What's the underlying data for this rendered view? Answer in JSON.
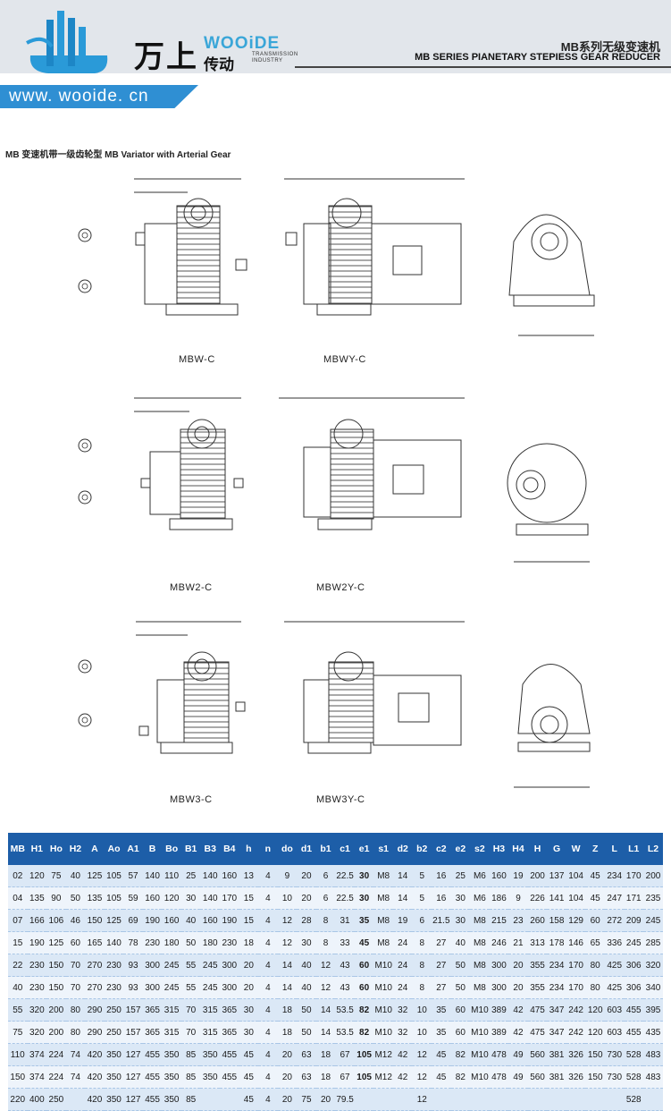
{
  "header": {
    "brand_cn": "万上",
    "brand_en": "WOOiDE",
    "brand_cn2": "传动",
    "brand_sub": "TRANSMISSION INDUSTRY",
    "title_cn": "MB系列无级变速机",
    "title_en": "MB SERIES PIANETARY STEPIESS GEAR REDUCER",
    "url": "www. wooide. cn"
  },
  "section_title": "MB 变速机带一级齿轮型   MB Variator with Arterial Gear",
  "captions": {
    "mbw_c": "MBW-C",
    "mbwy_c": "MBWY-C",
    "mbw2_c": "MBW2-C",
    "mbw2y_c": "MBW2Y-C",
    "mbw3_c": "MBW3-C",
    "mbw3y_c": "MBW3Y-C"
  },
  "table": {
    "headers": [
      "MB",
      "H1",
      "Ho",
      "H2",
      "A",
      "Ao",
      "A1",
      "B",
      "Bo",
      "B1",
      "B3",
      "B4",
      "h",
      "n",
      "do",
      "d1",
      "b1",
      "c1",
      "e1",
      "s1",
      "d2",
      "b2",
      "c2",
      "e2",
      "s2",
      "H3",
      "H4",
      "H",
      "G",
      "W",
      "Z",
      "L",
      "L1",
      "L2"
    ],
    "rows": [
      [
        "02",
        "120",
        "75",
        "40",
        "125",
        "105",
        "57",
        "140",
        "110",
        "25",
        "140",
        "160",
        "13",
        "4",
        "9",
        "20",
        "6",
        "22.5",
        "30",
        "M8",
        "14",
        "5",
        "16",
        "25",
        "M6",
        "160",
        "19",
        "200",
        "137",
        "104",
        "45",
        "234",
        "170",
        "200"
      ],
      [
        "04",
        "135",
        "90",
        "50",
        "135",
        "105",
        "59",
        "160",
        "120",
        "30",
        "140",
        "170",
        "15",
        "4",
        "10",
        "20",
        "6",
        "22.5",
        "30",
        "M8",
        "14",
        "5",
        "16",
        "30",
        "M6",
        "186",
        "9",
        "226",
        "141",
        "104",
        "45",
        "247",
        "171",
        "235"
      ],
      [
        "07",
        "166",
        "106",
        "46",
        "150",
        "125",
        "69",
        "190",
        "160",
        "40",
        "160",
        "190",
        "15",
        "4",
        "12",
        "28",
        "8",
        "31",
        "35",
        "M8",
        "19",
        "6",
        "21.5",
        "30",
        "M8",
        "215",
        "23",
        "260",
        "158",
        "129",
        "60",
        "272",
        "209",
        "245"
      ],
      [
        "15",
        "190",
        "125",
        "60",
        "165",
        "140",
        "78",
        "230",
        "180",
        "50",
        "180",
        "230",
        "18",
        "4",
        "12",
        "30",
        "8",
        "33",
        "45",
        "M8",
        "24",
        "8",
        "27",
        "40",
        "M8",
        "246",
        "21",
        "313",
        "178",
        "146",
        "65",
        "336",
        "245",
        "285"
      ],
      [
        "22",
        "230",
        "150",
        "70",
        "270",
        "230",
        "93",
        "300",
        "245",
        "55",
        "245",
        "300",
        "20",
        "4",
        "14",
        "40",
        "12",
        "43",
        "60",
        "M10",
        "24",
        "8",
        "27",
        "50",
        "M8",
        "300",
        "20",
        "355",
        "234",
        "170",
        "80",
        "425",
        "306",
        "320"
      ],
      [
        "40",
        "230",
        "150",
        "70",
        "270",
        "230",
        "93",
        "300",
        "245",
        "55",
        "245",
        "300",
        "20",
        "4",
        "14",
        "40",
        "12",
        "43",
        "60",
        "M10",
        "24",
        "8",
        "27",
        "50",
        "M8",
        "300",
        "20",
        "355",
        "234",
        "170",
        "80",
        "425",
        "306",
        "340"
      ],
      [
        "55",
        "320",
        "200",
        "80",
        "290",
        "250",
        "157",
        "365",
        "315",
        "70",
        "315",
        "365",
        "30",
        "4",
        "18",
        "50",
        "14",
        "53.5",
        "82",
        "M10",
        "32",
        "10",
        "35",
        "60",
        "M10",
        "389",
        "42",
        "475",
        "347",
        "242",
        "120",
        "603",
        "455",
        "395"
      ],
      [
        "75",
        "320",
        "200",
        "80",
        "290",
        "250",
        "157",
        "365",
        "315",
        "70",
        "315",
        "365",
        "30",
        "4",
        "18",
        "50",
        "14",
        "53.5",
        "82",
        "M10",
        "32",
        "10",
        "35",
        "60",
        "M10",
        "389",
        "42",
        "475",
        "347",
        "242",
        "120",
        "603",
        "455",
        "435"
      ],
      [
        "110",
        "374",
        "224",
        "74",
        "420",
        "350",
        "127",
        "455",
        "350",
        "85",
        "350",
        "455",
        "45",
        "4",
        "20",
        "63",
        "18",
        "67",
        "105",
        "M12",
        "42",
        "12",
        "45",
        "82",
        "M10",
        "478",
        "49",
        "560",
        "381",
        "326",
        "150",
        "730",
        "528",
        "483"
      ],
      [
        "150",
        "374",
        "224",
        "74",
        "420",
        "350",
        "127",
        "455",
        "350",
        "85",
        "350",
        "455",
        "45",
        "4",
        "20",
        "63",
        "18",
        "67",
        "105",
        "M12",
        "42",
        "12",
        "45",
        "82",
        "M10",
        "478",
        "49",
        "560",
        "381",
        "326",
        "150",
        "730",
        "528",
        "483"
      ],
      [
        "220",
        "400",
        "250",
        "",
        "420",
        "350",
        "127",
        "455",
        "350",
        "85",
        "",
        "",
        "45",
        "4",
        "20",
        "75",
        "20",
        "79.5",
        "",
        "",
        "",
        "12",
        "",
        "",
        "",
        "",
        "",
        "",
        "",
        "",
        "",
        "",
        "528",
        ""
      ]
    ],
    "bold_columns": [
      18
    ]
  },
  "colors": {
    "header_bg": "#e2e6eb",
    "brand_blue": "#2f8fd3",
    "table_head": "#1d5ea8",
    "row_a": "#dbe8f6",
    "row_b": "#eef4fb"
  }
}
